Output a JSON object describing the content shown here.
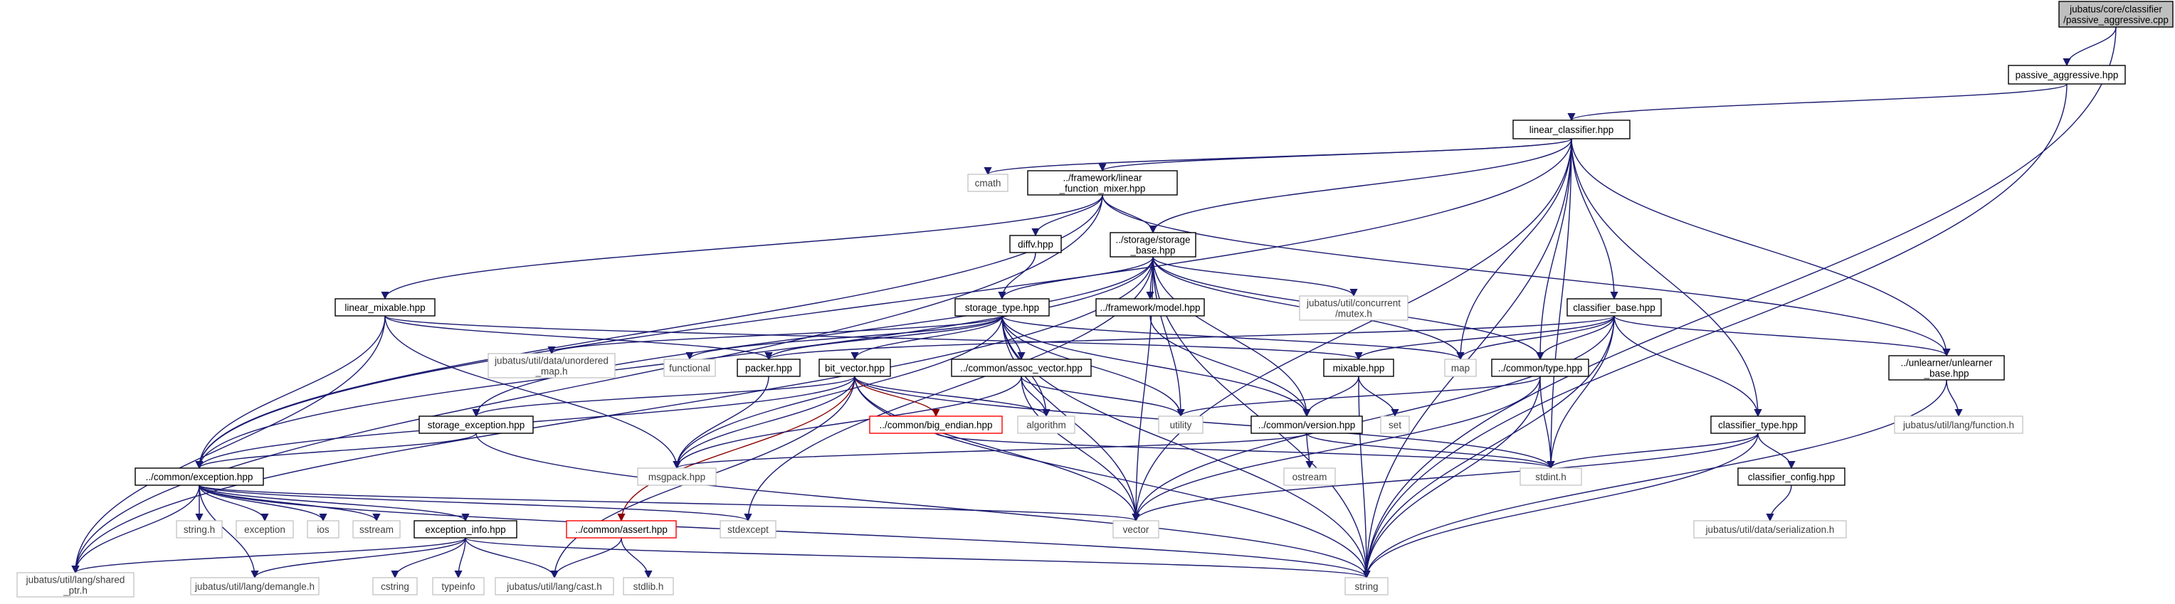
{
  "colors": {
    "edge": "#191970",
    "edge_dark": "#4b0082",
    "edge_red": "#8b0000",
    "node_border": "#000000",
    "missing_border": "#bfbfbf",
    "root_fill": "#bfbfbf",
    "warning_border": "#ff0000"
  },
  "nodes": {
    "root": [
      "jubatus/core/classifier",
      "/passive_aggressive.cpp"
    ],
    "passive_aggressive": [
      "passive_aggressive.hpp"
    ],
    "linear_classifier": [
      "linear_classifier.hpp"
    ],
    "cmath": [
      "cmath"
    ],
    "linear_function_mixer": [
      "../framework/linear",
      "_function_mixer.hpp"
    ],
    "diffv": [
      "diffv.hpp"
    ],
    "storage_base": [
      "../storage/storage",
      "_base.hpp"
    ],
    "linear_mixable": [
      "linear_mixable.hpp"
    ],
    "storage_type": [
      "storage_type.hpp"
    ],
    "framework_model": [
      "../framework/model.hpp"
    ],
    "concurrent_mutex": [
      "jubatus/util/concurrent",
      "/mutex.h"
    ],
    "classifier_base": [
      "classifier_base.hpp"
    ],
    "unordered_map": [
      "jubatus/util/data/unordered",
      "_map.h"
    ],
    "functional": [
      "functional"
    ],
    "packer": [
      "packer.hpp"
    ],
    "bit_vector": [
      "bit_vector.hpp"
    ],
    "assoc_vector": [
      "../common/assoc_vector.hpp"
    ],
    "mixable": [
      "mixable.hpp"
    ],
    "map": [
      "map"
    ],
    "common_type": [
      "../common/type.hpp"
    ],
    "unlearner_base": [
      "../unlearner/unlearner",
      "_base.hpp"
    ],
    "storage_exception": [
      "storage_exception.hpp"
    ],
    "big_endian": [
      "../common/big_endian.hpp"
    ],
    "algorithm": [
      "algorithm"
    ],
    "utility": [
      "utility"
    ],
    "common_version": [
      "../common/version.hpp"
    ],
    "set": [
      "set"
    ],
    "classifier_type": [
      "classifier_type.hpp"
    ],
    "lang_function": [
      "jubatus/util/lang/function.h"
    ],
    "common_exception": [
      "../common/exception.hpp"
    ],
    "msgpack": [
      "msgpack.hpp"
    ],
    "ostream": [
      "ostream"
    ],
    "stdint": [
      "stdint.h"
    ],
    "classifier_config": [
      "classifier_config.hpp"
    ],
    "string_h": [
      "string.h"
    ],
    "exception": [
      "exception"
    ],
    "ios": [
      "ios"
    ],
    "sstream": [
      "sstream"
    ],
    "exception_info": [
      "exception_info.hpp"
    ],
    "common_assert": [
      "../common/assert.hpp"
    ],
    "stdexcept": [
      "stdexcept"
    ],
    "vector": [
      "vector"
    ],
    "serialization": [
      "jubatus/util/data/serialization.h"
    ],
    "shared_ptr": [
      "jubatus/util/lang/shared",
      "_ptr.h"
    ],
    "demangle": [
      "jubatus/util/lang/demangle.h"
    ],
    "cstring": [
      "cstring"
    ],
    "typeinfo": [
      "typeinfo"
    ],
    "lang_cast": [
      "jubatus/util/lang/cast.h"
    ],
    "stdlib": [
      "stdlib.h"
    ],
    "string": [
      "string"
    ]
  }
}
